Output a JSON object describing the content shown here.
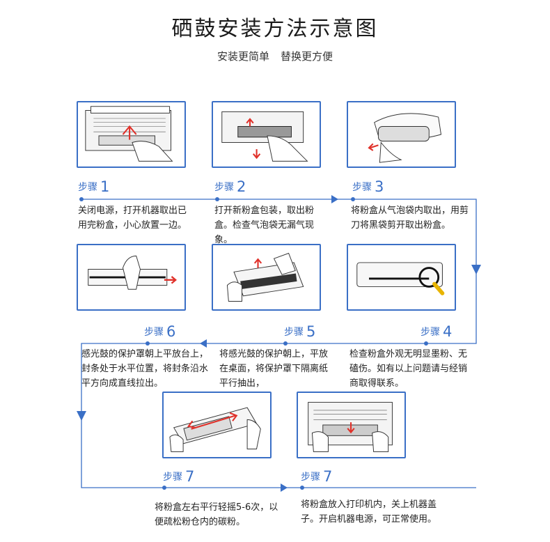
{
  "title": "硒鼓安装方法示意图",
  "subtitle": {
    "left": "安装更简单",
    "right": "替换更方便"
  },
  "steps": [
    {
      "label": "步骤",
      "num": "1",
      "text": "关闭电源，打开机器取出已用完粉盒，小心放置一边。"
    },
    {
      "label": "步骤",
      "num": "2",
      "text": "打开新粉盒包装，取出粉盒。检查气泡袋无漏气现象。"
    },
    {
      "label": "步骤",
      "num": "3",
      "text": "将粉盒从气泡袋内取出，用剪刀将黑袋剪开取出粉盒。"
    },
    {
      "label": "步骤",
      "num": "4",
      "text": "检查粉盒外观无明显墨粉、无磕伤。如有以上问题请与经销商取得联系。"
    },
    {
      "label": "步骤",
      "num": "5",
      "text": "将感光鼓的保护朝上，平放在桌面，将保护罩下隔离纸平行抽出，"
    },
    {
      "label": "步骤",
      "num": "6",
      "text": "感光鼓的保护罩朝上平放台上，封条处于水平位置，将封条沿水平方向成直线拉出。"
    },
    {
      "label": "步骤",
      "num": "7",
      "text": "将粉盒左右平行轻摇5-6次，以便疏松粉仓内的碳粉。"
    },
    {
      "label": "步骤",
      "num": "7",
      "text": "将粉盒放入打印机内，关上机器盖子。开启机器电源，可正常使用。"
    }
  ],
  "colors": {
    "accent": "#3a6fc6",
    "arrow": "#e0312a",
    "line": "#3a6fc6"
  },
  "illustrations": [
    "printer-open-remove-cartridge",
    "cartridge-in-package",
    "cartridge-out-of-bag",
    "inspect-cartridge-magnifier",
    "remove-protective-paper",
    "pull-seal-strip",
    "shake-cartridge",
    "insert-cartridge-printer"
  ]
}
